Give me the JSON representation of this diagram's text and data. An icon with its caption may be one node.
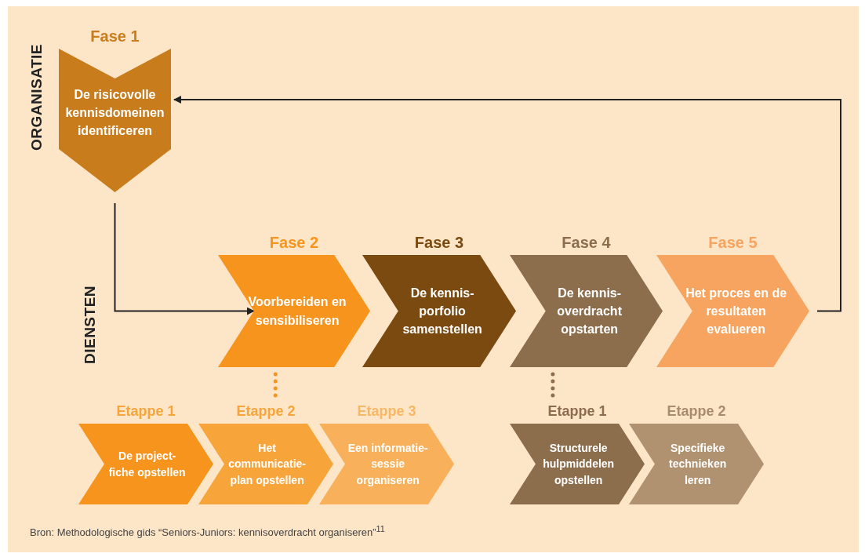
{
  "diagram": {
    "caption": "Bron: Methodologische gids “Seniors-Juniors: kennisoverdracht organiseren”$^{11}$",
    "nodes": [
      {
        "text": [
          "Fase 1",
          "De risicovolle kennisdomeinen identificeren"
        ]
      },
      {
        "text": [
          "Fase 2",
          "Voorbereiden en sensibiliseren"
        ]
      },
      {
        "text": [
          "Fase 3",
          "De kennis- porfolio samenstellen"
        ]
      },
      {
        "text": [
          "Fase 4",
          "De kennis- overdracht opstarten"
        ]
      },
      {
        "text": [
          "Fase 5",
          "Het proces en de resultaten evalueren"
        ]
      },
      {
        "text": [
          "Etappe 1",
          "De project- fiche opstellen"
        ]
      },
      {
        "text": [
          "Etappe 2",
          "Het communicatie- plan opstellen"
        ]
      },
      {
        "text": [
          "Etappe 3",
          "Een informatie- sessie organiseren"
        ]
      },
      {
        "text": [
          "Etappe 1",
          "Structurele hulpmiddelen opstellen"
        ]
      },
      {
        "text": [
          "Etappe 2",
          "Specifieke technieken leren"
        ]
      }
    ],
    "edges": [
      {
        "from": 0,
        "to": 1,
        "arrow": "to"
      },
      {
        "from": 4,
        "to": 0,
        "arrow": "to"
      },
      {
        "from": 1,
        "to": 6,
        "arrow": "none",
        "style": "dashed",
        "color": "#f7941d"
      },
      {
        "from": 3,
        "to": 8,
        "arrow": "none",
        "style": "dashed",
        "color": "#8c6d4c"
      }
    ],
    "labels": [
      "ORGANISATIE",
      "DIENSTEN"
    ]
  }
}
